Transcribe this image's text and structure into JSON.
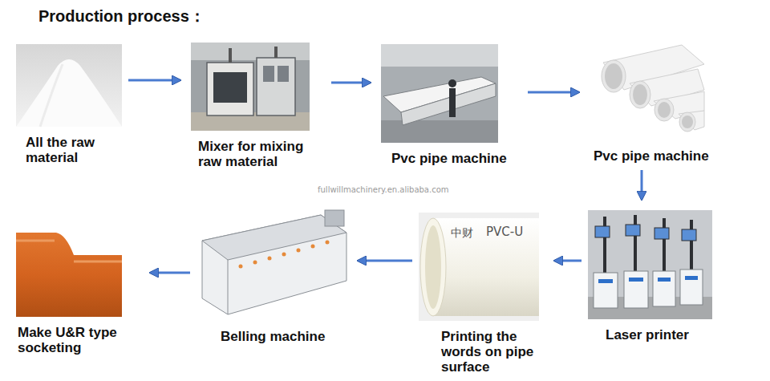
{
  "diagram": {
    "title": "Production process：",
    "nodes": [
      {
        "text": [
          "All the raw material"
        ]
      },
      {
        "text": [
          "Mixer for mixing raw material"
        ]
      },
      {
        "text": [
          "Pvc pipe machine"
        ]
      },
      {
        "text": [
          "Pvc pipe machine"
        ]
      },
      {
        "text": [
          "Laser printer"
        ]
      },
      {
        "text": [
          "Printing the words on pipe surface"
        ]
      },
      {
        "text": [
          "Belling machine"
        ]
      },
      {
        "text": [
          "Make U&R type socketing"
        ]
      }
    ],
    "edges": [
      {
        "from": 0,
        "to": 1,
        "arrow": "to"
      },
      {
        "from": 1,
        "to": 2,
        "arrow": "to"
      },
      {
        "from": 2,
        "to": 3,
        "arrow": "to"
      },
      {
        "from": 3,
        "to": 4,
        "arrow": "to"
      },
      {
        "from": 4,
        "to": 5,
        "arrow": "to"
      },
      {
        "from": 5,
        "to": 6,
        "arrow": "to"
      },
      {
        "from": 6,
        "to": 7,
        "arrow": "to"
      }
    ],
    "labels": [
      "fullwillmachinery.en.alibaba.com",
      "中财",
      "PVC-U"
    ]
  }
}
